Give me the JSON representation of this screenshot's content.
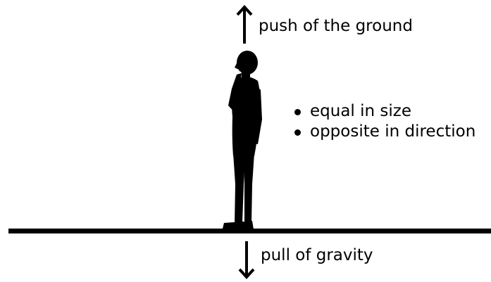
{
  "forces": {
    "up_label": "push of the ground",
    "down_label": "pull of gravity"
  },
  "properties": [
    "equal in size",
    "opposite in direction"
  ],
  "colors": {
    "ink": "#000000",
    "background": "#ffffff"
  },
  "icons": {
    "person": "standing-person-silhouette-icon",
    "up_arrow": "up-arrow-icon",
    "down_arrow": "down-arrow-icon"
  }
}
